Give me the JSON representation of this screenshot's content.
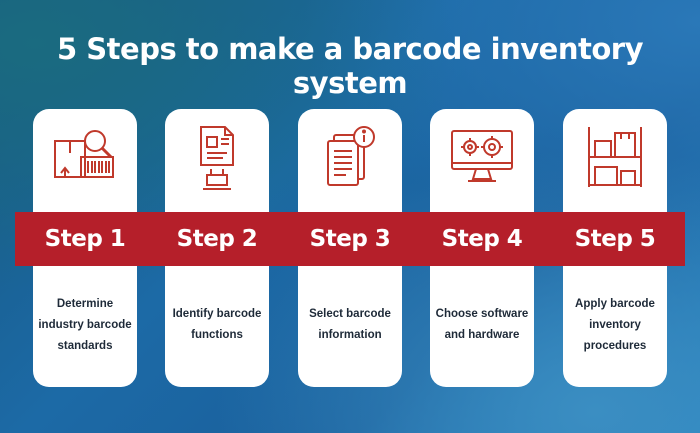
{
  "title": "5 Steps to make a barcode inventory system",
  "steps": [
    {
      "label": "Step 1",
      "description": "Determine industry barcode standards",
      "icon": "barcode-scan-box-icon"
    },
    {
      "label": "Step 2",
      "description": "Identify barcode functions",
      "icon": "barcode-document-icon"
    },
    {
      "label": "Step 3",
      "description": "Select barcode information",
      "icon": "info-document-icon"
    },
    {
      "label": "Step 4",
      "description": "Choose software and hardware",
      "icon": "monitor-gears-icon"
    },
    {
      "label": "Step 5",
      "description": "Apply barcode inventory procedures",
      "icon": "inventory-shelf-icon"
    }
  ],
  "colors": {
    "accent": "#b51f2a",
    "icon": "#c0392b",
    "background": "#1c6aa6"
  }
}
